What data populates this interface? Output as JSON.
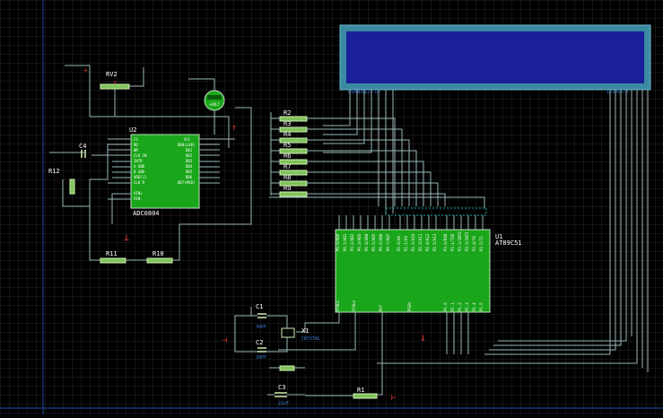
{
  "lcd": {
    "pins_left": "RSRWE0123 D7",
    "pins_right": "12345678",
    "screen_color": "#1a1f9a",
    "bezel_color": "#3a8aa2"
  },
  "components": {
    "rv2": "RV2",
    "u2": "U2",
    "u2_part": "ADC0804",
    "c4": "C4",
    "r12": "R12",
    "r11": "R11",
    "r10": "R10",
    "resistors": [
      "R2",
      "R3",
      "R4",
      "R5",
      "R6",
      "R7",
      "R8",
      "R9"
    ],
    "u1": "U1",
    "u1_part": "AT89C51",
    "c1": "C1",
    "c1_value": "30PF",
    "c2": "C2",
    "c2_value": "30PF",
    "x1": "X1",
    "x1_value": "CRYSTAL",
    "c3": "C3",
    "c3_value": "22uF",
    "r1": "R1"
  },
  "colors": {
    "chip_fill": "#1aa61a",
    "wire": "#9ab8b8",
    "grid": "#252525",
    "resistor": "#7fc25a",
    "power_red": "#e03030",
    "label_blue": "#3a7bd5"
  }
}
